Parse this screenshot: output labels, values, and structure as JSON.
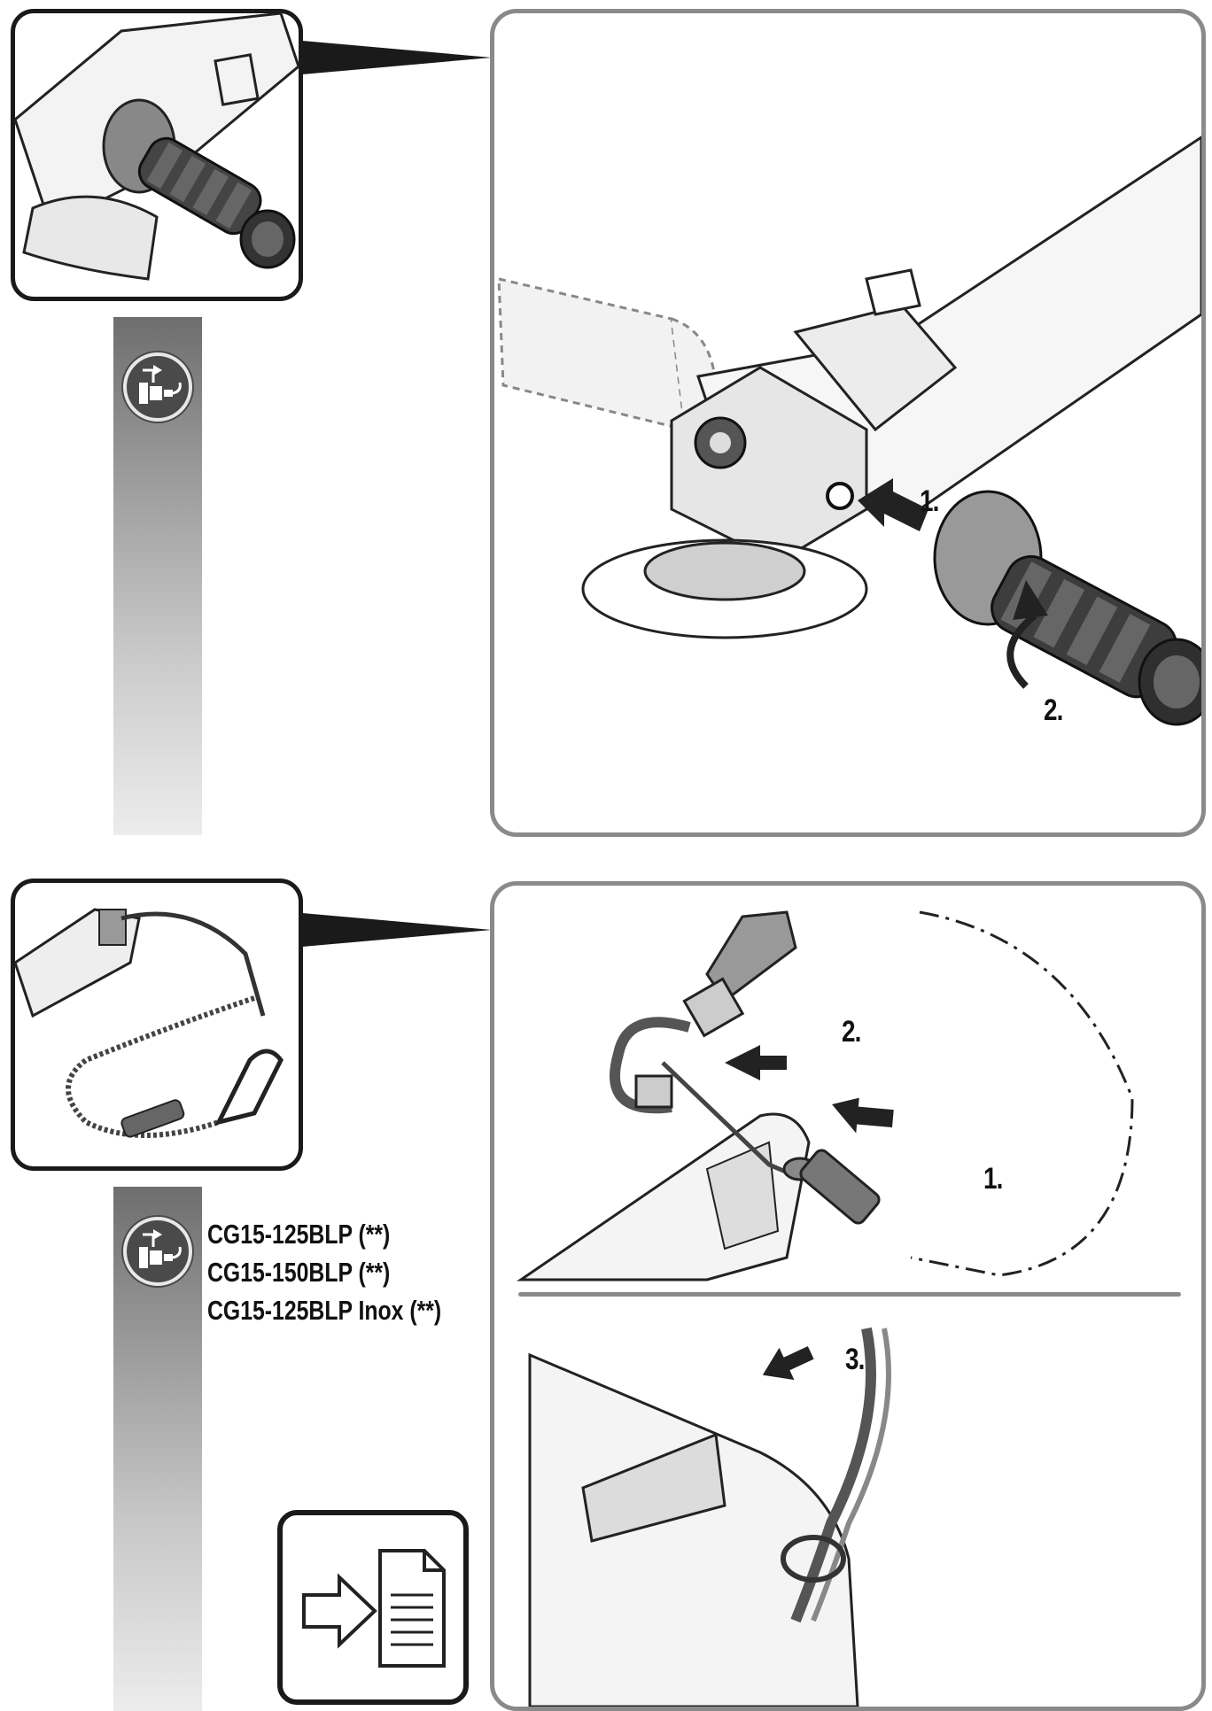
{
  "figure_top": {
    "step_1": "1.",
    "step_2": "2."
  },
  "figure_bottom": {
    "step_1": "1.",
    "step_2": "2.",
    "step_3": "3."
  },
  "models": [
    "CG15-125BLP (**)",
    "CG15-150BLP (**)",
    "CG15-125BLP Inox (**)"
  ],
  "icons": {
    "unplug": "unplug-icon",
    "see_document": "arrow-document-icon"
  },
  "colors": {
    "panel_border": "#8a8a8a",
    "thumb_border": "#1a1a1a",
    "strip_dark": "#6e6e6e",
    "strip_light": "#ececec"
  }
}
